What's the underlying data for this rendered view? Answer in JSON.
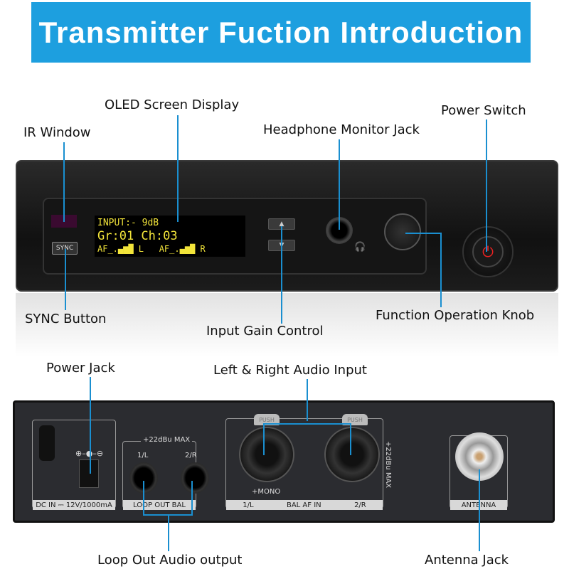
{
  "title": "Transmitter Fuction Introduction",
  "front_labels": {
    "oled": "OLED Screen Display",
    "ir": "IR Window",
    "headphone": "Headphone Monitor Jack",
    "power": "Power Switch",
    "sync": "SYNC Button",
    "gain": "Input Gain Control",
    "knob": "Function Operation Knob"
  },
  "front_panel": {
    "sync_button": "SYNC",
    "oled_lines": [
      "INPUT:- 9dB",
      "Gr:01 Ch:03",
      "AF_.▄▆█ L   AF_.▄▆█ R"
    ],
    "up_arrow": "▲",
    "down_arrow": "▼",
    "power_icon": "⏻",
    "headphone_icon": "🎧"
  },
  "rear_labels": {
    "power_jack": "Power Jack",
    "audio_input": "Left & Right Audio Input",
    "loop_out": "Loop Out Audio output",
    "antenna": "Antenna Jack"
  },
  "rear_panel": {
    "dc_in": "DC IN ⎓ 12V/1000mA",
    "polarity": "⊕–●–⊖",
    "loop_max": "+22dBu MAX",
    "loop_1": "1/L",
    "loop_2": "2/R",
    "loop_out_bal": "LOOP OUT BAL",
    "push": "PUSH",
    "mono": "+MONO",
    "in_1": "1/L",
    "bal_af_in": "BAL AF IN",
    "in_2": "2/R",
    "in_max": "+22dBu MAX",
    "antenna": "ANTENNA"
  },
  "colors": {
    "banner": "#1d9fdf",
    "callout_line": "#1a8fd0",
    "oled_text": "#f2e43a"
  }
}
